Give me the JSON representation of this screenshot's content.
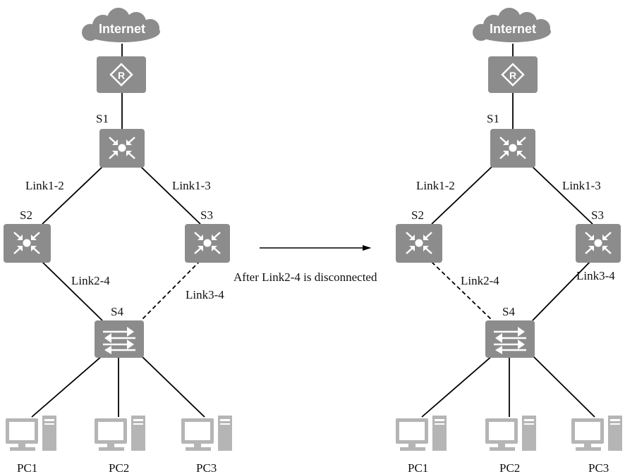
{
  "arrow_caption": "After Link2-4 is disconnected",
  "colors": {
    "device_fill": "#8c8c8c",
    "device_glyph": "#ffffff",
    "pc_fill": "#b5b5b5",
    "line": "#000000",
    "background": "#ffffff"
  },
  "before": {
    "cloud_label": "Internet",
    "router_icon": "router-icon",
    "switches": {
      "s1": "S1",
      "s2": "S2",
      "s3": "S3",
      "s4": "S4"
    },
    "links": {
      "link12": {
        "label": "Link1-2",
        "state": "active"
      },
      "link13": {
        "label": "Link1-3",
        "state": "active"
      },
      "link24": {
        "label": "Link2-4",
        "state": "active"
      },
      "link34": {
        "label": "Link3-4",
        "state": "blocked"
      }
    },
    "pcs": [
      "PC1",
      "PC2",
      "PC3"
    ]
  },
  "after": {
    "cloud_label": "Internet",
    "router_icon": "router-icon",
    "switches": {
      "s1": "S1",
      "s2": "S2",
      "s3": "S3",
      "s4": "S4"
    },
    "links": {
      "link12": {
        "label": "Link1-2",
        "state": "active"
      },
      "link13": {
        "label": "Link1-3",
        "state": "active"
      },
      "link24": {
        "label": "Link2-4",
        "state": "disconnected"
      },
      "link34": {
        "label": "Link3-4",
        "state": "active"
      }
    },
    "pcs": [
      "PC1",
      "PC2",
      "PC3"
    ]
  }
}
